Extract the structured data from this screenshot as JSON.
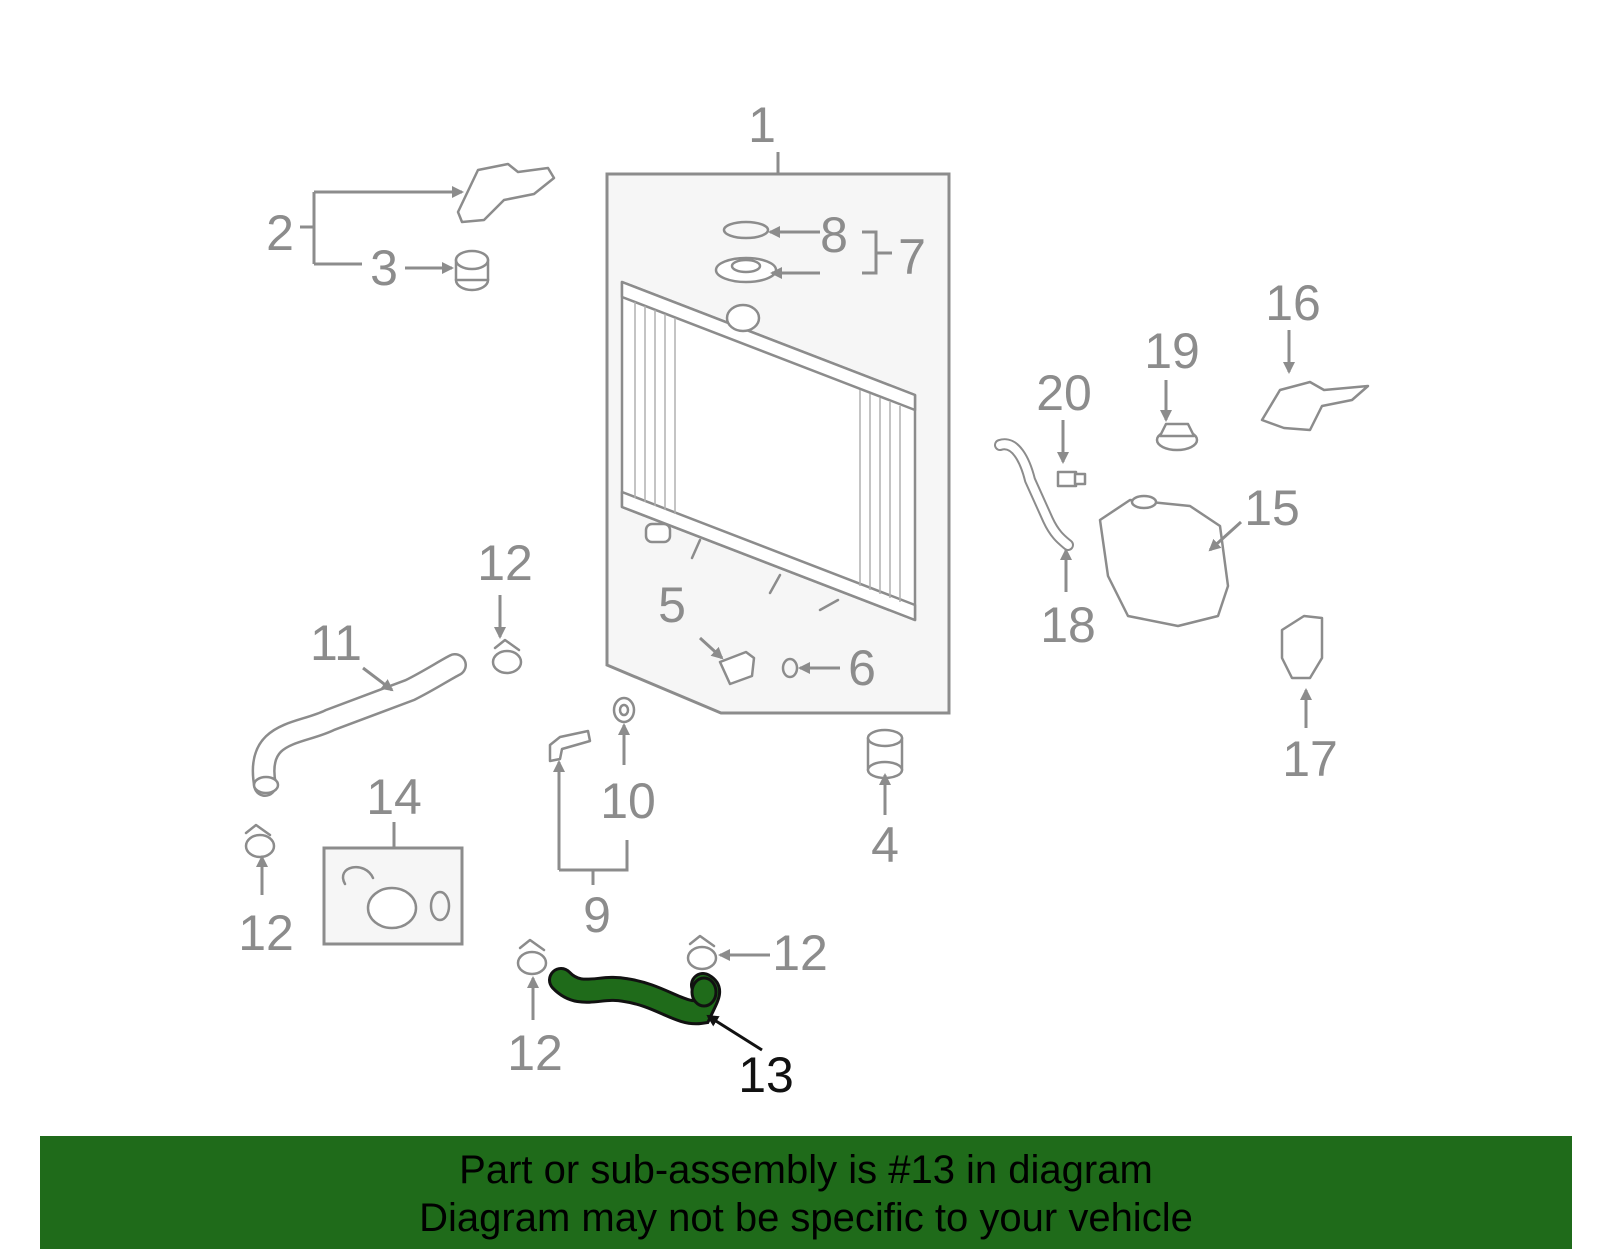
{
  "diagram": {
    "highlight_color": "#1f6b1a",
    "line_color": "#8c8c8c",
    "labels": {
      "p1": "1",
      "p2": "2",
      "p3": "3",
      "p4": "4",
      "p5": "5",
      "p6": "6",
      "p7": "7",
      "p8": "8",
      "p9": "9",
      "p10": "10",
      "p11": "11",
      "p12a": "12",
      "p12b": "12",
      "p12c": "12",
      "p12d": "12",
      "p13": "13",
      "p14": "14",
      "p15": "15",
      "p16": "16",
      "p17": "17",
      "p18": "18",
      "p19": "19",
      "p20": "20"
    }
  },
  "banner": {
    "line1": "Part or sub-assembly is #13 in diagram",
    "line2": "Diagram may not be specific to your vehicle",
    "background": "#1f6b1a"
  }
}
